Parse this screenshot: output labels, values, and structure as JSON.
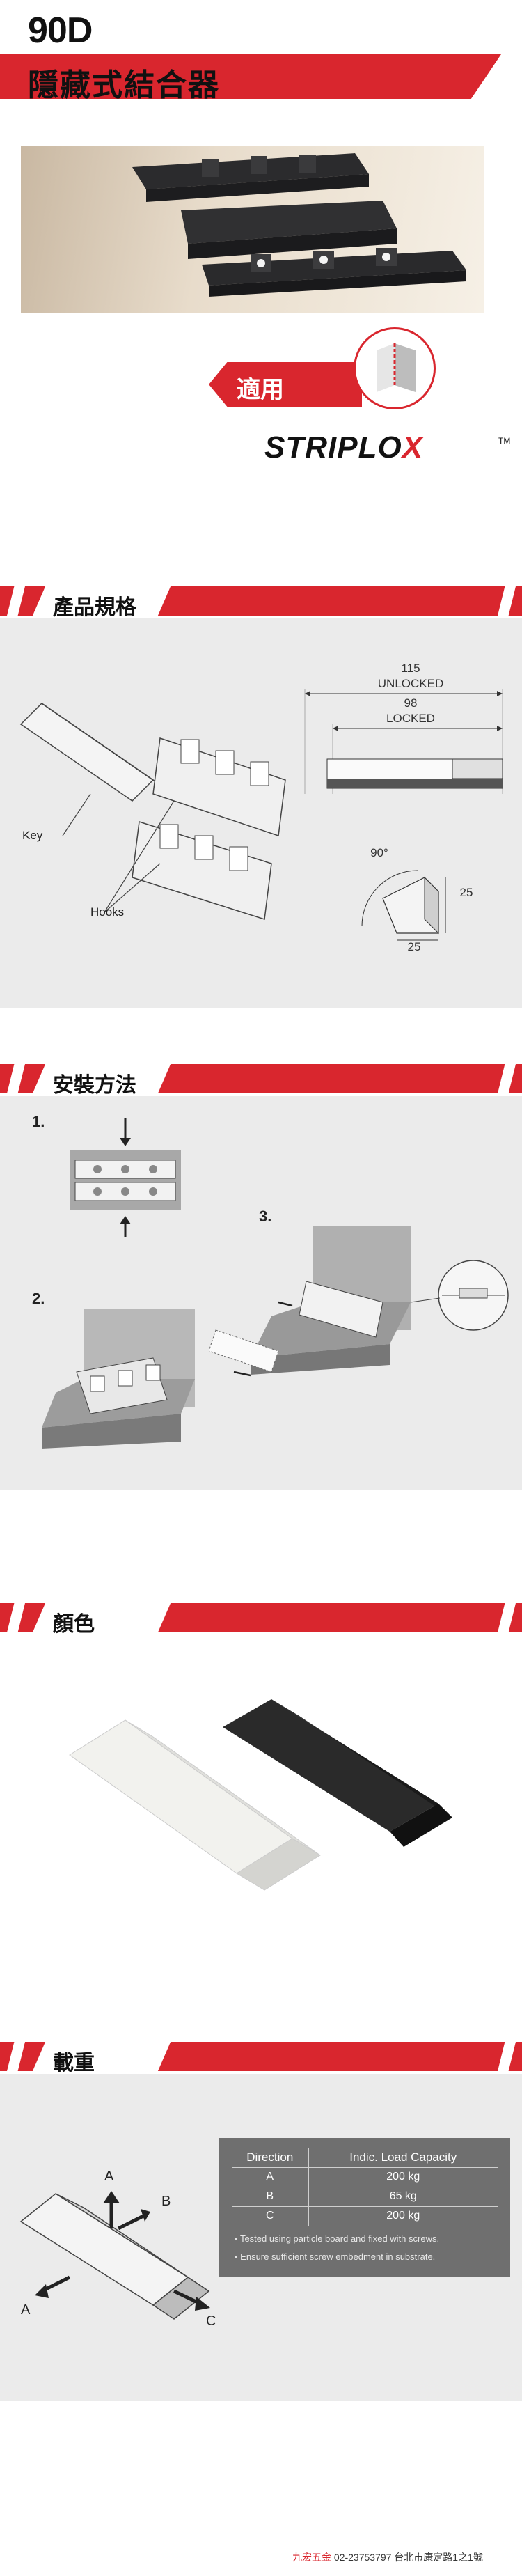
{
  "hero": {
    "title": "90D",
    "subtitle": "隱藏式結合器",
    "apply_label": "適用",
    "brand_main": "STRIPLO",
    "brand_x": "X",
    "brand_tm": "TM",
    "colors": {
      "accent": "#d9262e",
      "dark": "#111111"
    }
  },
  "spec": {
    "header": "產品規格",
    "unlocked_value": "115",
    "unlocked_label": "UNLOCKED",
    "locked_value": "98",
    "locked_label": "LOCKED",
    "angle": "90°",
    "side_h": "25",
    "side_w": "25",
    "key_label": "Key",
    "hooks_label": "Hooks"
  },
  "install": {
    "header": "安裝方法",
    "steps": [
      "1.",
      "2.",
      "3."
    ]
  },
  "color": {
    "header": "顏色",
    "swatches": [
      "#f2f2ee",
      "#2a2a2a"
    ]
  },
  "load": {
    "header": "載重",
    "table_headers": [
      "Direction",
      "Indic. Load Capacity"
    ],
    "rows": [
      {
        "dir": "A",
        "cap": "200 kg"
      },
      {
        "dir": "B",
        "cap": "65 kg"
      },
      {
        "dir": "C",
        "cap": "200 kg"
      }
    ],
    "notes": [
      "Tested using particle board and fixed with screws.",
      "Ensure sufficient screw embedment in substrate."
    ],
    "arrows": [
      "A",
      "B",
      "A",
      "C"
    ]
  },
  "footer": {
    "store": "九宏五金",
    "phone": "02-23753797",
    "address": "台北市康定路1之1號"
  }
}
